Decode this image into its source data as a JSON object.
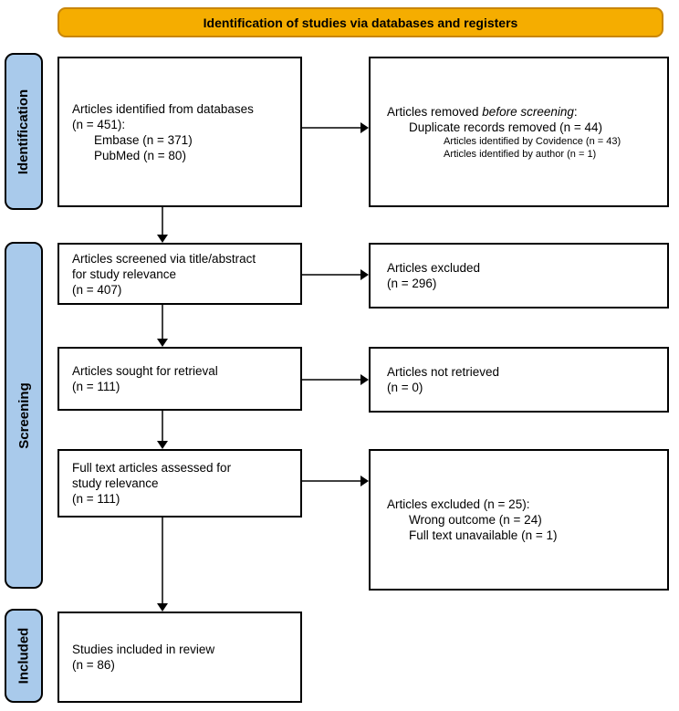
{
  "banner": {
    "label": "Identification of studies via databases and registers"
  },
  "sidebar": {
    "identification": "Identification",
    "screening": "Screening",
    "included": "Included"
  },
  "boxes": {
    "identified": {
      "lines": [
        "Articles identified from databases",
        "(n = 451):",
        "Embase (n = 371)",
        "PubMed (n = 80)"
      ]
    },
    "removed": {
      "line1_prefix": "Articles removed ",
      "line1_italic": "before screening",
      "line1_suffix": ":",
      "lines": [
        "Duplicate records removed (n = 44)",
        "Articles identified by Covidence (n = 43)",
        "Articles identified by author (n = 1)"
      ]
    },
    "screened": {
      "lines": [
        "Articles screened via title/abstract",
        "for study relevance",
        "(n = 407)"
      ]
    },
    "excluded_title_abstract": {
      "lines": [
        "Articles excluded",
        "(n = 296)"
      ]
    },
    "sought": {
      "lines": [
        "Articles sought for retrieval",
        "(n = 111)"
      ]
    },
    "not_retrieved": {
      "lines": [
        "Articles not retrieved",
        "(n = 0)"
      ]
    },
    "assessed": {
      "lines": [
        "Full text articles assessed for",
        "study relevance",
        "(n = 111)"
      ]
    },
    "excluded_full_text": {
      "lines": [
        "Articles excluded (n = 25):",
        "Wrong outcome (n = 24)",
        "Full text unavailable (n = 1)"
      ]
    },
    "included": {
      "lines": [
        "Studies included in review",
        "(n = 86)"
      ]
    }
  },
  "colors": {
    "banner_bg": "#F5AD00",
    "banner_border": "#C8860B",
    "stage_bg": "#A9CAEB",
    "box_border": "#000000",
    "arrow": "#000000"
  }
}
